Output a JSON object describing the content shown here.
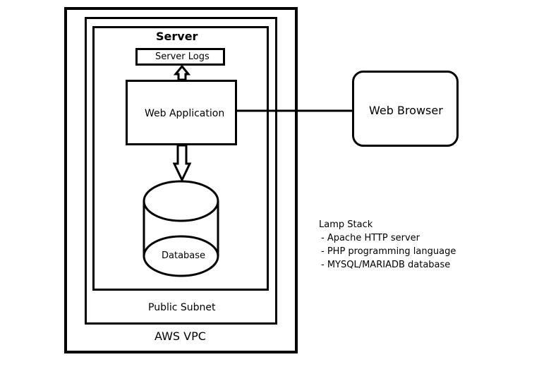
{
  "diagram": {
    "vpc_label": "AWS VPC",
    "subnet_label": "Public Subnet",
    "server_title": "Server",
    "server_logs_label": "Server Logs",
    "web_app_label": "Web Application",
    "database_label": "Database",
    "browser_label": "Web Browser",
    "lamp": {
      "title": "Lamp Stack",
      "items": [
        "- Apache HTTP server",
        "- PHP programming language",
        "- MYSQL/MARIADB database"
      ]
    },
    "connections": [
      {
        "from": "Web Application",
        "to": "Server Logs",
        "style": "hollow-arrow-up"
      },
      {
        "from": "Web Application",
        "to": "Database",
        "style": "hollow-arrow-down"
      },
      {
        "from": "Web Application",
        "to": "Web Browser",
        "style": "line"
      }
    ]
  }
}
